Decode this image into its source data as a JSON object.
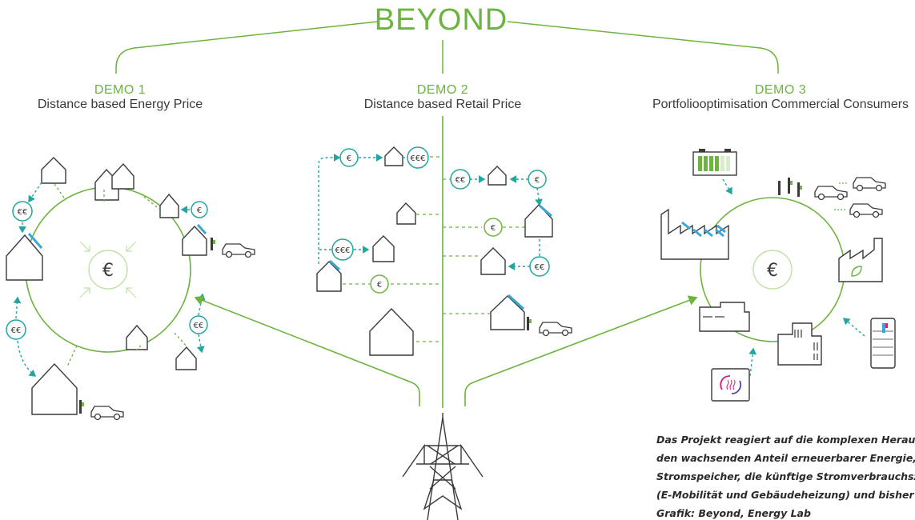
{
  "title": "BEYOND",
  "demos": [
    {
      "number": "DEMO 1",
      "description": "Distance based Energy Price"
    },
    {
      "number": "DEMO 2",
      "description": "Distance based Retail Price"
    },
    {
      "number": "DEMO 3",
      "description": "Portfoliooptimisation Commercial Consumers"
    }
  ],
  "currency": {
    "single": "€",
    "double": "€€",
    "triple": "€€€"
  },
  "caption_lines": [
    "Das Projekt reagiert auf die komplexen Herausford",
    "den wachsenden Anteil erneuerbarer Energie, viel",
    "Stromspeicher, die künftige Stromverbrauchszund",
    "(E-Mobilität und Gebäudeheizung) und bisher nich",
    "Grafik: Beyond, Energy Lab"
  ],
  "colors": {
    "green": "#6cb43f",
    "teal": "#23a5a0",
    "dark": "#3a3a3a",
    "solar": "#3ba6d6",
    "magenta": "#d2237d"
  }
}
